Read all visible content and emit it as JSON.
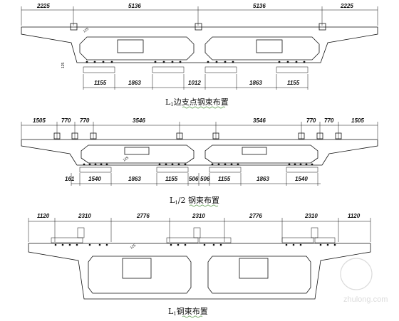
{
  "section1": {
    "top_dims": [
      "2225",
      "5136",
      "5136",
      "2225"
    ],
    "bottom_dims": [
      "1155",
      "1863",
      "1012",
      "1863",
      "1155"
    ],
    "caption_main": "L",
    "caption_sub": "1",
    "caption_rest": "边支点钢束布置",
    "note_width": "125",
    "note_height": "125"
  },
  "section2": {
    "top_dims": [
      "1505",
      "770",
      "770",
      "3546",
      "3546",
      "770",
      "770",
      "1505"
    ],
    "bottom_dims": [
      "161",
      "1540",
      "1863",
      "1155",
      "506",
      "506",
      "1155",
      "1863",
      "1540"
    ],
    "caption_main": "L",
    "caption_sub": "1",
    "caption_rest": "/2 钢束布置",
    "note_width": "125"
  },
  "section3": {
    "top_dims": [
      "1120",
      "2310",
      "2776",
      "2310",
      "2776",
      "2310",
      "1120"
    ],
    "caption_main": "L",
    "caption_sub": "1",
    "caption_rest": "钢束布置",
    "note_width": "125"
  },
  "watermark": {
    "text": "zhulong.com"
  }
}
